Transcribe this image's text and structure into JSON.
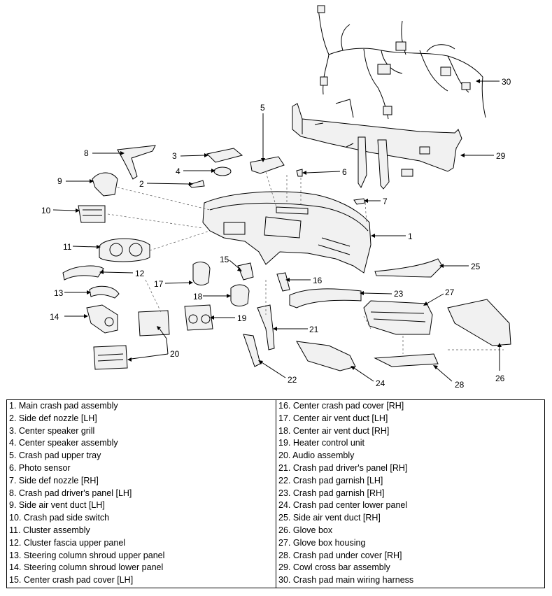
{
  "callouts": [
    "1",
    "2",
    "3",
    "4",
    "5",
    "6",
    "7",
    "8",
    "9",
    "10",
    "11",
    "12",
    "13",
    "14",
    "15",
    "16",
    "17",
    "18",
    "19",
    "20",
    "21",
    "22",
    "23",
    "24",
    "25",
    "26",
    "27",
    "28",
    "29",
    "30"
  ],
  "legend": {
    "left": [
      "1. Main crash pad assembly",
      "2. Side def nozzle [LH]",
      "3. Center speaker grill",
      "4. Center speaker assembly",
      "5. Crash pad upper tray",
      "6. Photo sensor",
      "7. Side def nozzle [RH]",
      "8. Crash pad driver's panel [LH]",
      "9. Side air vent duct [LH]",
      "10. Crash pad side switch",
      "11. Cluster assembly",
      "12. Cluster fascia upper panel",
      "13. Steering column shroud upper panel",
      "14. Steering column shroud lower panel",
      "15. Center crash pad cover [LH]"
    ],
    "right": [
      "16. Center crash pad cover [RH]",
      "17. Center air vent duct [LH]",
      "18. Center air vent duct [RH]",
      "19. Heater control unit",
      "20. Audio assembly",
      "21. Crash pad driver's panel [RH]",
      "22. Crash pad garnish [LH]",
      "23. Crash pad garnish [RH]",
      "24. Crash pad center lower panel",
      "25. Side air vent duct [RH]",
      "26. Glove box",
      "27. Glove box housing",
      "28. Crash pad under cover [RH]",
      "29. Cowl cross bar assembly",
      "30. Crash pad main wiring harness"
    ]
  }
}
